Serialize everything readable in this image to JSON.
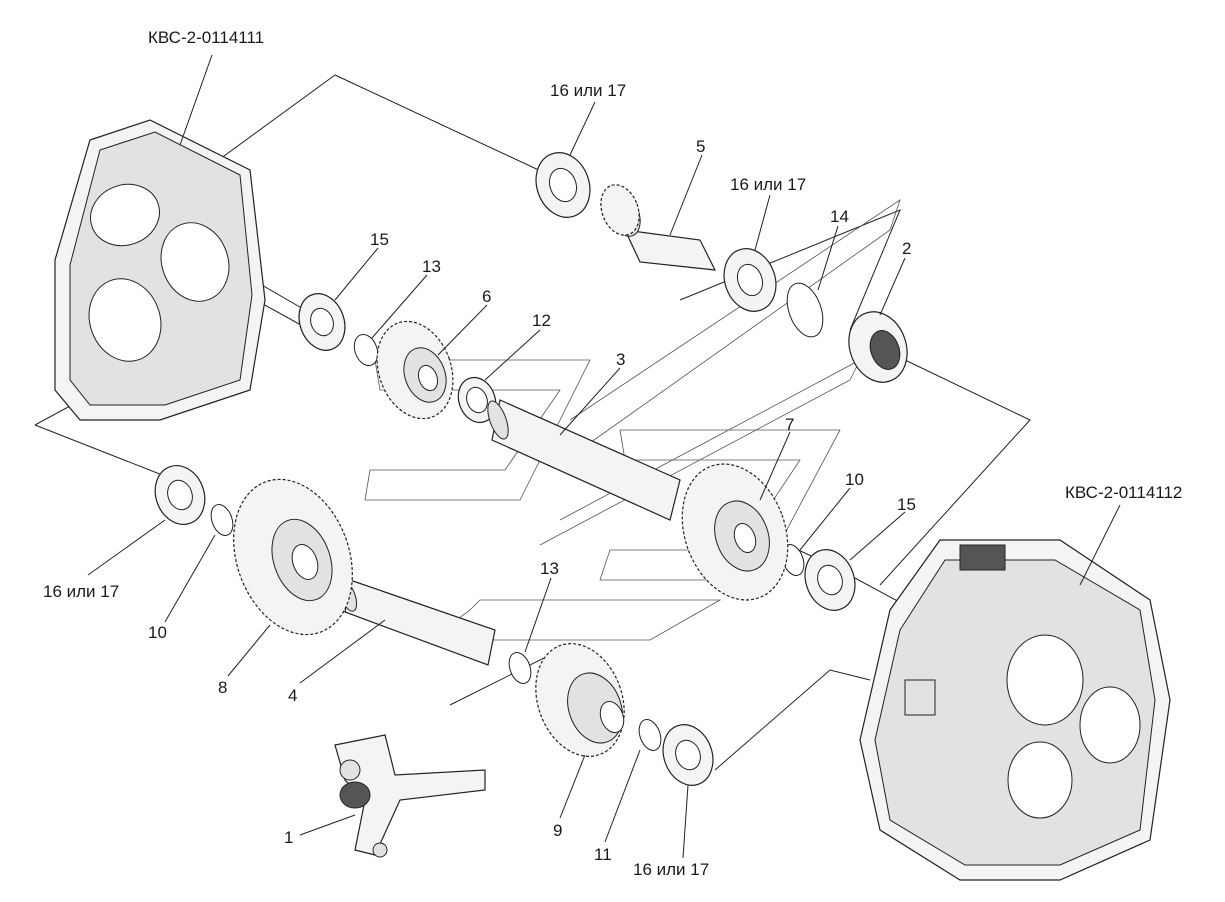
{
  "labels": {
    "assembly_left": "КВС-2-0114111",
    "assembly_right": "КВС-2-0114112",
    "p16_top": "16 или 17",
    "p5": "5",
    "p16_mid": "16 или 17",
    "p14": "14",
    "p2": "2",
    "p15_top": "15",
    "p13_top": "13",
    "p6": "6",
    "p12": "12",
    "p3": "3",
    "p7": "7",
    "p10_right": "10",
    "p15_right": "15",
    "p16_left": "16 или 17",
    "p10_left": "10",
    "p8": "8",
    "p4": "4",
    "p13_bottom": "13",
    "p9": "9",
    "p11": "11",
    "p1": "1",
    "p16_bottom": "16 или 17"
  }
}
